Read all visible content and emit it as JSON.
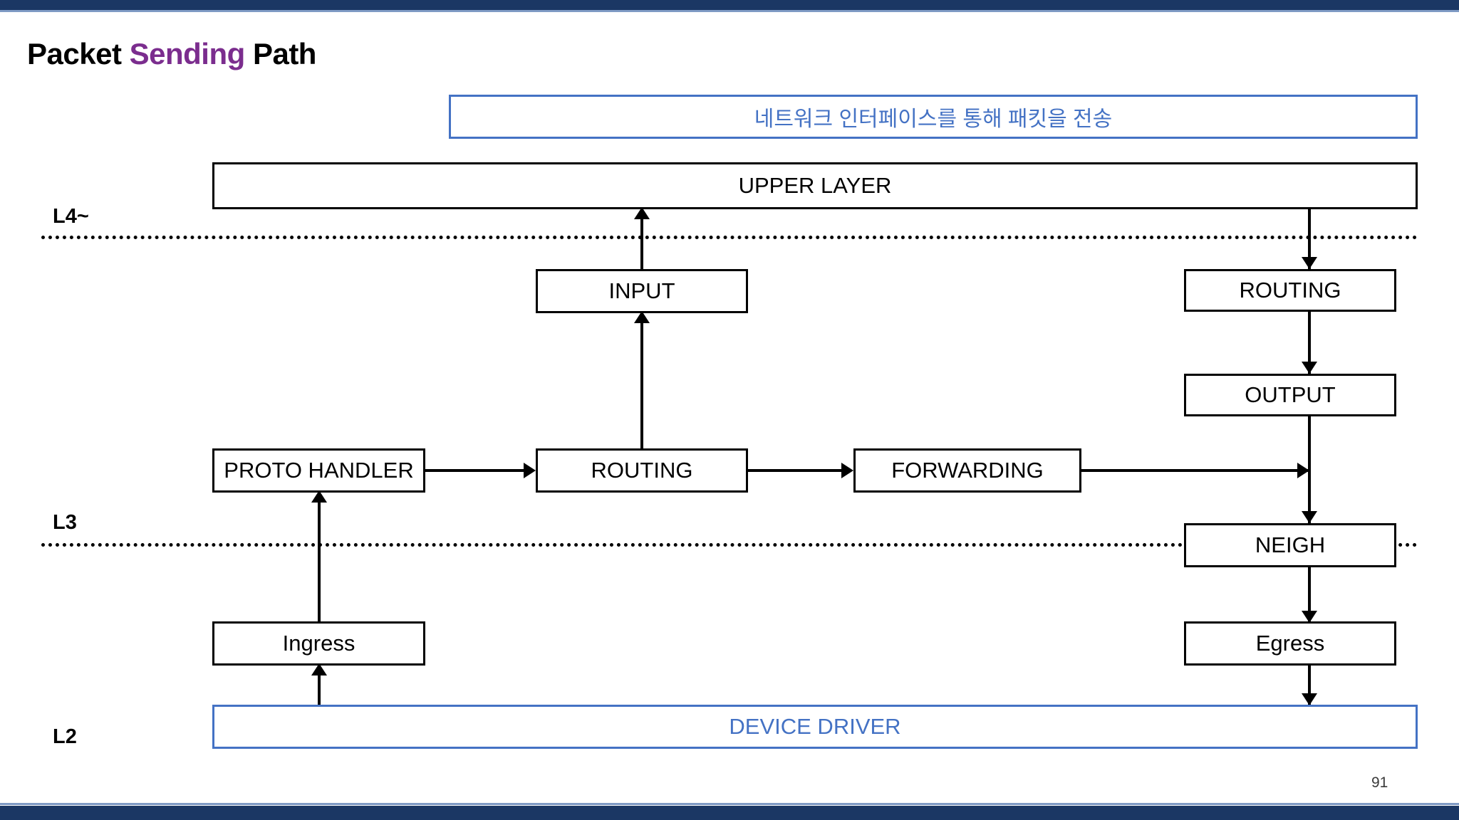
{
  "slide": {
    "title_prefix": "Packet ",
    "title_accent": "Sending",
    "title_suffix": " Path",
    "page_number": "91",
    "colors": {
      "bar_navy": "#1b3764",
      "title_accent_purple": "#7B2D8E",
      "blue_accent": "#4472C4",
      "node_border_black": "#000000"
    }
  },
  "caption": {
    "text": "네트워크 인터페이스를 통해 패킷을 전송"
  },
  "layer_labels": [
    {
      "id": "l4",
      "label": "L4~"
    },
    {
      "id": "l3",
      "label": "L3"
    },
    {
      "id": "l2",
      "label": "L2"
    }
  ],
  "nodes": [
    {
      "id": "upper-layer",
      "label": "UPPER LAYER",
      "style": "black"
    },
    {
      "id": "input",
      "label": "INPUT",
      "style": "black"
    },
    {
      "id": "routing-right",
      "label": "ROUTING",
      "style": "black"
    },
    {
      "id": "output",
      "label": "OUTPUT",
      "style": "black"
    },
    {
      "id": "proto-handler",
      "label": "PROTO HANDLER",
      "style": "black"
    },
    {
      "id": "routing-middle",
      "label": "ROUTING",
      "style": "black"
    },
    {
      "id": "forwarding",
      "label": "FORWARDING",
      "style": "black"
    },
    {
      "id": "neigh",
      "label": "NEIGH",
      "style": "black"
    },
    {
      "id": "ingress",
      "label": "Ingress",
      "style": "black"
    },
    {
      "id": "egress",
      "label": "Egress",
      "style": "black"
    },
    {
      "id": "device-driver",
      "label": "DEVICE DRIVER",
      "style": "blue"
    }
  ],
  "flows": [
    {
      "from": "device-driver",
      "to": "ingress",
      "direction": "up"
    },
    {
      "from": "ingress",
      "to": "proto-handler",
      "direction": "up"
    },
    {
      "from": "proto-handler",
      "to": "routing-middle",
      "direction": "right"
    },
    {
      "from": "routing-middle",
      "to": "input",
      "direction": "up"
    },
    {
      "from": "input",
      "to": "upper-layer",
      "direction": "up"
    },
    {
      "from": "routing-middle",
      "to": "forwarding",
      "direction": "right"
    },
    {
      "from": "forwarding",
      "to": "output-path",
      "direction": "right"
    },
    {
      "from": "upper-layer",
      "to": "routing-right",
      "direction": "down"
    },
    {
      "from": "routing-right",
      "to": "output",
      "direction": "down"
    },
    {
      "from": "output",
      "to": "neigh",
      "direction": "down"
    },
    {
      "from": "neigh",
      "to": "egress",
      "direction": "down"
    },
    {
      "from": "egress",
      "to": "device-driver",
      "direction": "down"
    }
  ]
}
